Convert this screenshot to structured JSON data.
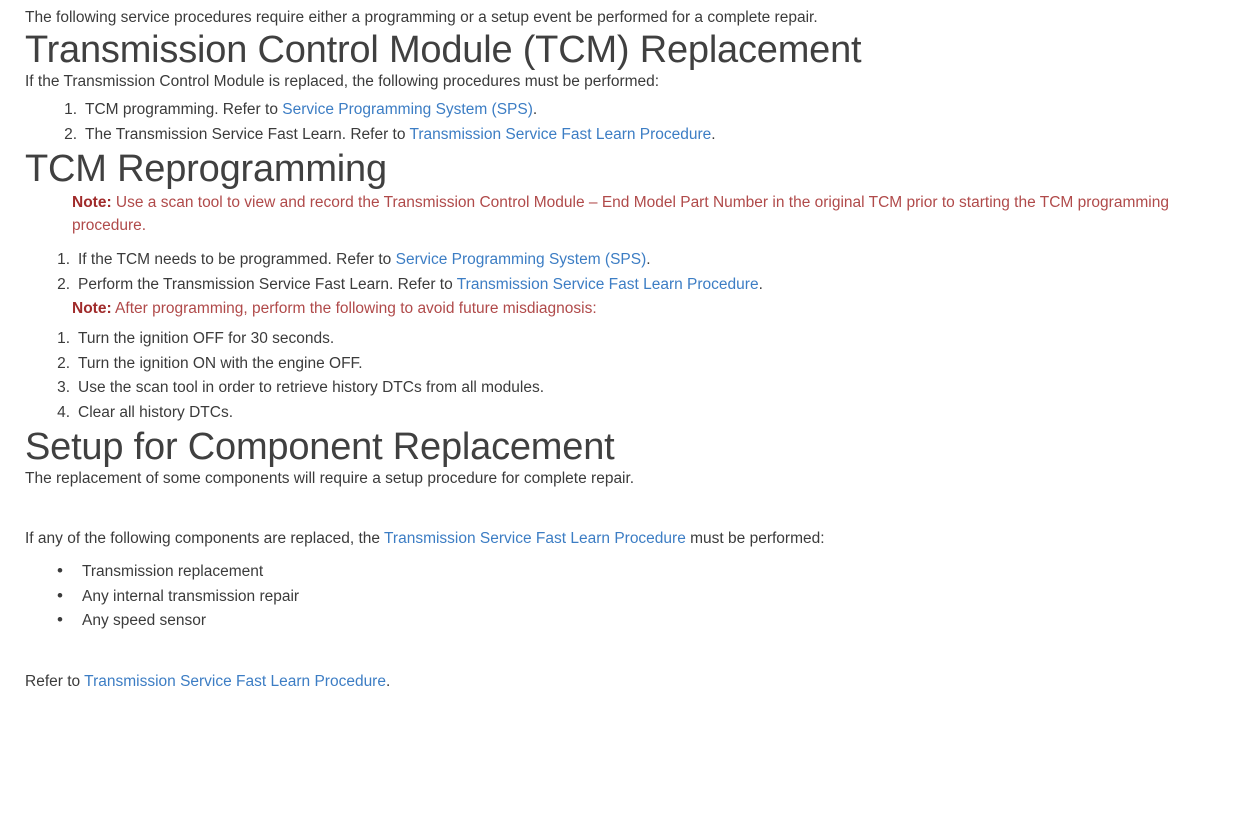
{
  "document": {
    "intro": "The following service procedures require either a programming or a setup event be performed for a complete repair.",
    "link_color": "#3c7dc4",
    "note_label_color": "#a02b2b",
    "note_text_color": "#b04a4a",
    "body_color": "#3b3b3b",
    "heading_color": "#404040"
  },
  "section_tcm_replacement": {
    "heading": "Transmission Control Module (TCM) Replacement",
    "intro": "If the Transmission Control Module is replaced, the following procedures must be performed:",
    "items": [
      {
        "prefix": "TCM programming. Refer to ",
        "link": "Service Programming System (SPS)",
        "suffix": "."
      },
      {
        "prefix": "The Transmission Service Fast Learn. Refer to ",
        "link": "Transmission Service Fast Learn Procedure",
        "suffix": "."
      }
    ]
  },
  "section_tcm_reprogramming": {
    "heading": "TCM Reprogramming",
    "note_1": {
      "label": "Note:",
      "text": " Use a scan tool to view and record the Transmission Control Module – End Model Part Number in the original TCM prior to starting the TCM programming procedure."
    },
    "items": [
      {
        "prefix": "If the TCM needs to be programmed. Refer to ",
        "link": "Service Programming System (SPS)",
        "suffix": "."
      },
      {
        "prefix": "Perform the Transmission Service Fast Learn. Refer to ",
        "link": "Transmission Service Fast Learn Procedure",
        "suffix": "."
      }
    ],
    "note_2": {
      "label": "Note:",
      "text": " After programming, perform the following to avoid future misdiagnosis:"
    },
    "post_items": [
      "Turn the ignition OFF for 30 seconds.",
      "Turn the ignition ON with the engine OFF.",
      "Use the scan tool in order to retrieve history DTCs from all modules.",
      "Clear all history DTCs."
    ]
  },
  "section_setup": {
    "heading": "Setup for Component Replacement",
    "intro": "The replacement of some components will require a setup procedure for complete repair.",
    "components_intro": {
      "prefix": "If any of the following components are replaced, the ",
      "link": "Transmission Service Fast Learn Procedure",
      "suffix": " must be performed:"
    },
    "components": [
      "Transmission replacement",
      "Any internal transmission repair",
      "Any speed sensor"
    ],
    "refer": {
      "prefix": "Refer to ",
      "link": "Transmission Service Fast Learn Procedure",
      "suffix": "."
    }
  }
}
